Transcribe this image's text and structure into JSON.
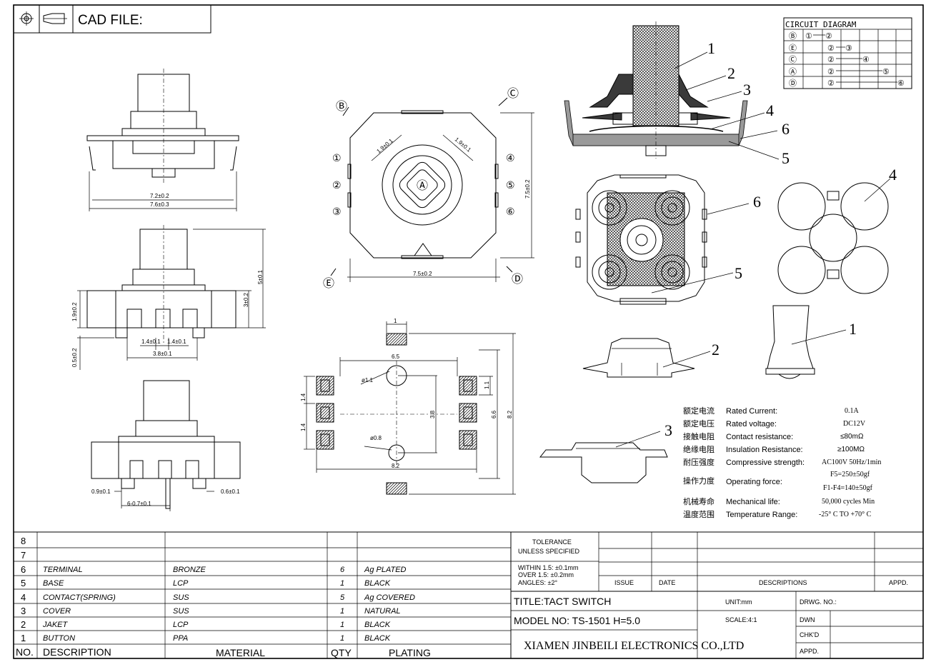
{
  "header": {
    "cad_label": "CAD FILE:"
  },
  "dimensions": {
    "w72": "7.2±0.2",
    "w76": "7.6±0.3",
    "d14a": "1.4±0.1",
    "d14b": "1.4±0.1",
    "d38": "3.8±0.1",
    "d19": "1.9±0.2",
    "d05": "0.5±0.2",
    "d3": "3±0.2",
    "d5": "5±0.1",
    "d09": "0.9±0.1",
    "d06": "0.6±0.1",
    "d67": "6-0.7±0.1",
    "t19a": "1.9±0.1",
    "t19b": "1.9±0.1",
    "t75w": "7.5±0.2",
    "t75h": "7.5±0.2",
    "p1": "1",
    "p65": "6.5",
    "p11": "ø1.1",
    "p08": "ø0.8",
    "p38": "3.8",
    "p82w": "8.2",
    "p66": "6.6",
    "p82h": "8.2",
    "p14a": "1.4",
    "p14b": "1.4",
    "p11r": "1.1"
  },
  "markers": {
    "A": "Ⓐ",
    "B": "Ⓑ",
    "C": "Ⓒ",
    "D": "Ⓓ",
    "E": "Ⓔ",
    "n1": "①",
    "n2": "②",
    "n3": "③",
    "n4": "④",
    "n5": "⑤",
    "n6": "⑥"
  },
  "part_labels": [
    "1",
    "2",
    "3",
    "4",
    "5",
    "6"
  ],
  "circuit": {
    "title": "CIRCUIT DIAGRAM",
    "rows": [
      {
        "key": "Ⓑ",
        "a": "①",
        "b": "②",
        "c": ""
      },
      {
        "key": "Ⓔ",
        "a": "",
        "b": "②",
        "c": "③"
      },
      {
        "key": "Ⓒ",
        "a": "",
        "b": "②",
        "c": "④"
      },
      {
        "key": "Ⓐ",
        "a": "",
        "b": "②",
        "c": "⑤"
      },
      {
        "key": "Ⓓ",
        "a": "",
        "b": "②",
        "c": "⑥"
      }
    ]
  },
  "specs": [
    {
      "cn": "额定电流",
      "en": "Rated Current:",
      "val": "0.1A"
    },
    {
      "cn": "额定电压",
      "en": "Rated voltage:",
      "val": "DC12V"
    },
    {
      "cn": "接触电阻",
      "en": "Contact resistance:",
      "val": "≤80mΩ"
    },
    {
      "cn": "绝缘电阻",
      "en": "Insulation Resistance:",
      "val": "≥100MΩ"
    },
    {
      "cn": "耐压强度",
      "en": "Compressive strength:",
      "val": "AC100V  50Hz/1min"
    },
    {
      "cn": "操作力度",
      "en": "Operating force:",
      "val": "F5=250±50gf",
      "val2": "F1-F4=140±50gf"
    },
    {
      "cn": "机械寿命",
      "en": "Mechanical life:",
      "val": "50,000 cycles Min"
    },
    {
      "cn": "温度范围",
      "en": "Temperature Range:",
      "val": "-25° C TO +70° C"
    }
  ],
  "bom": {
    "headers": {
      "no": "NO.",
      "desc": "DESCRIPTION",
      "mat": "MATERIAL",
      "qty": "QTY",
      "plating": "PLATING"
    },
    "rows": [
      {
        "no": "8",
        "desc": "",
        "mat": "",
        "qty": "",
        "plating": ""
      },
      {
        "no": "7",
        "desc": "",
        "mat": "",
        "qty": "",
        "plating": ""
      },
      {
        "no": "6",
        "desc": "TERMINAL",
        "mat": "BRONZE",
        "qty": "6",
        "plating": "Ag PLATED"
      },
      {
        "no": "5",
        "desc": "BASE",
        "mat": "LCP",
        "qty": "1",
        "plating": "BLACK"
      },
      {
        "no": "4",
        "desc": "CONTACT(SPRING)",
        "mat": "SUS",
        "qty": "5",
        "plating": "Ag COVERED"
      },
      {
        "no": "3",
        "desc": "COVER",
        "mat": "SUS",
        "qty": "1",
        "plating": "NATURAL"
      },
      {
        "no": "2",
        "desc": "JAKET",
        "mat": "LCP",
        "qty": "1",
        "plating": "BLACK"
      },
      {
        "no": "1",
        "desc": "BUTTON",
        "mat": "PPA",
        "qty": "1",
        "plating": "BLACK"
      }
    ]
  },
  "title_block": {
    "tolerance_1": "TOLERANCE",
    "tolerance_2": "UNLESS SPECIFIED",
    "within": "WITHIN 1.5: ±0.1mm",
    "over": "OVER 1.5:  ±0.2mm",
    "angles": "ANGLES: ±2°",
    "issue": "ISSUE",
    "date": "DATE",
    "descriptions": "DESCRIPTIONS",
    "appd": "APPD.",
    "title": "TITLE:TACT SWITCH",
    "unit": "UNIT:mm",
    "drwg": "DRWG. NO.:",
    "model": "MODEL NO: TS-1501  H=5.0",
    "scale": "SCALE:4:1",
    "dwn": "DWN",
    "chkd": "CHK'D",
    "appd2": "APPD.",
    "company": "XIAMEN JINBEILI ELECTRONICS CO.,LTD"
  }
}
